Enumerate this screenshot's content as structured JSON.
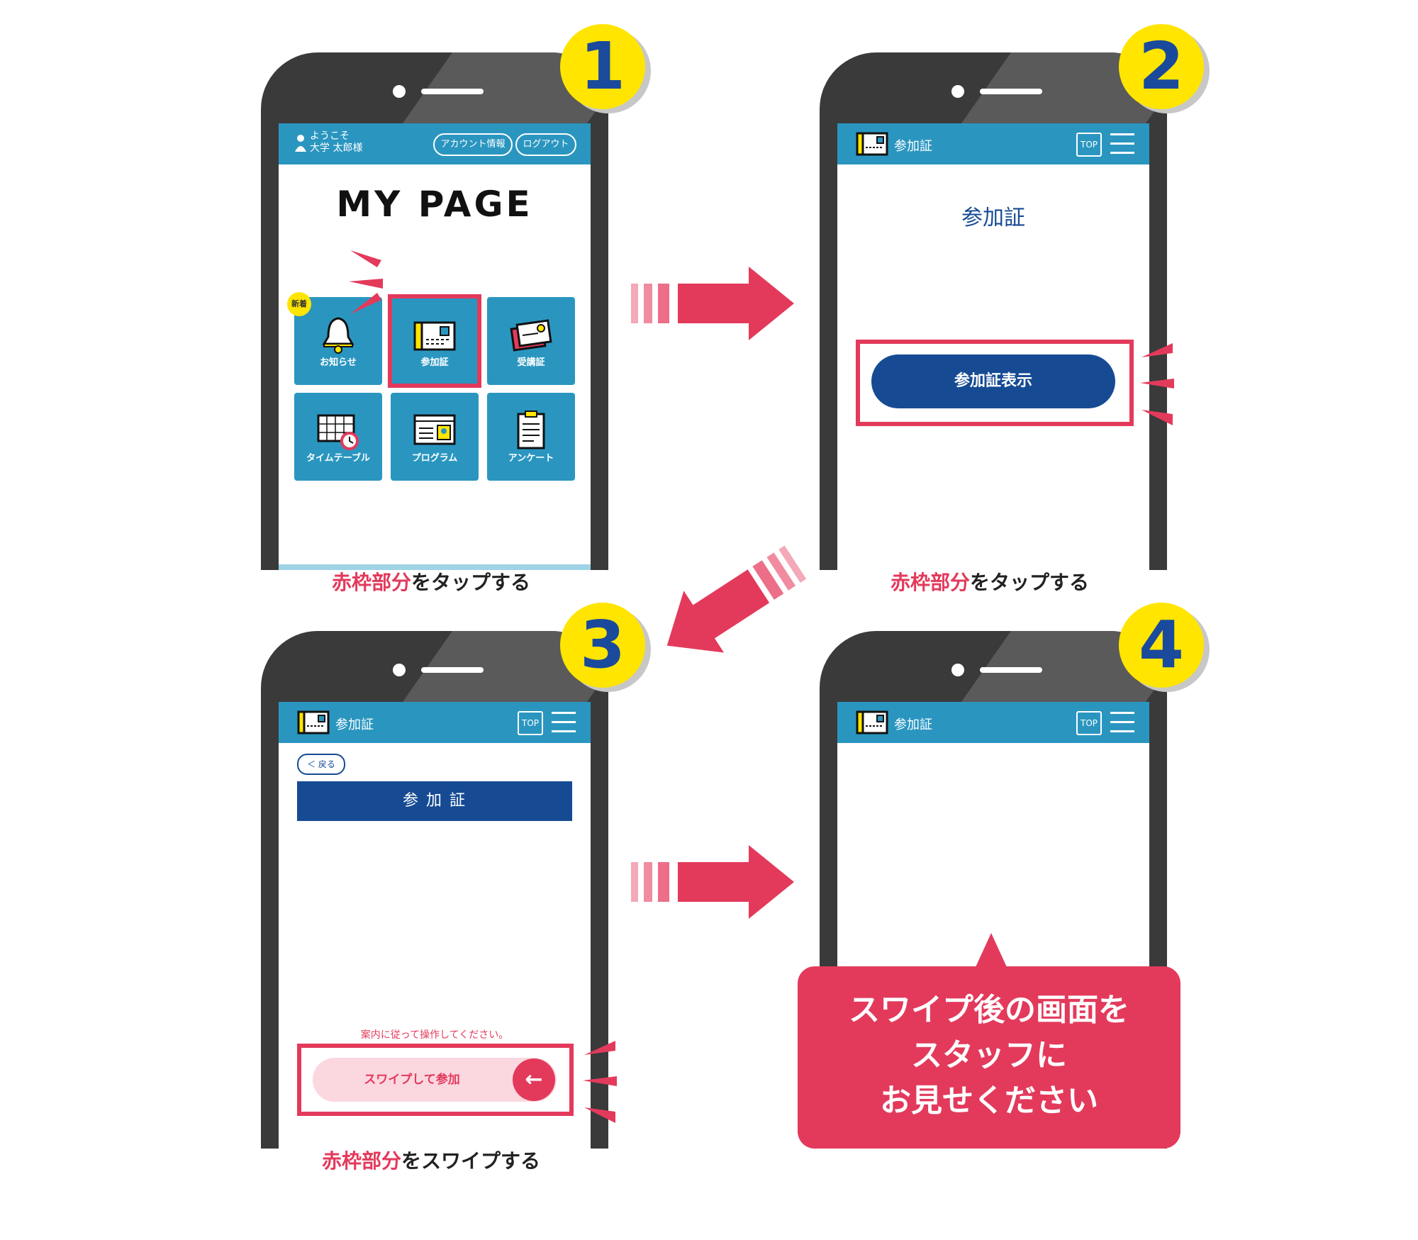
{
  "steps": [
    {
      "number": "1",
      "caption_red": "赤枠部分",
      "caption_rest": "をタップする"
    },
    {
      "number": "2",
      "caption_red": "赤枠部分",
      "caption_rest": "をタップする"
    },
    {
      "number": "3",
      "caption_red": "赤枠部分",
      "caption_rest": "をスワイプする"
    },
    {
      "number": "4"
    }
  ],
  "screen1": {
    "welcome_line1": "ようこそ",
    "welcome_line2": "大学 太郎様",
    "account_button": "アカウント情報",
    "logout_button": "ログアウト",
    "title": "MY PAGE",
    "new_badge": "新着",
    "tiles": [
      {
        "label": "お知らせ",
        "icon": "bell-icon"
      },
      {
        "label": "参加証",
        "icon": "id-card-icon"
      },
      {
        "label": "受講証",
        "icon": "certificate-icon"
      },
      {
        "label": "タイムテーブル",
        "icon": "timetable-icon"
      },
      {
        "label": "プログラム",
        "icon": "program-icon"
      },
      {
        "label": "アンケート",
        "icon": "clipboard-icon"
      }
    ]
  },
  "appbar": {
    "title": "参加証",
    "top_button": "TOP"
  },
  "screen2": {
    "heading": "参加証",
    "show_button": "参加証表示"
  },
  "screen3": {
    "back_button": "＜ 戻る",
    "banner": "参 加 証",
    "instruction": "案内に従って操作してください。",
    "swipe_label": "スワイプして参加",
    "swipe_arrow": "←"
  },
  "callout": {
    "line1": "スワイプ後の画面を",
    "line2": "スタッフに",
    "line3": "お見せください"
  },
  "colors": {
    "accent_red": "#e33a5c",
    "bar_blue": "#2a96c0",
    "navy": "#164b94",
    "badge_yellow": "#ffe500"
  }
}
